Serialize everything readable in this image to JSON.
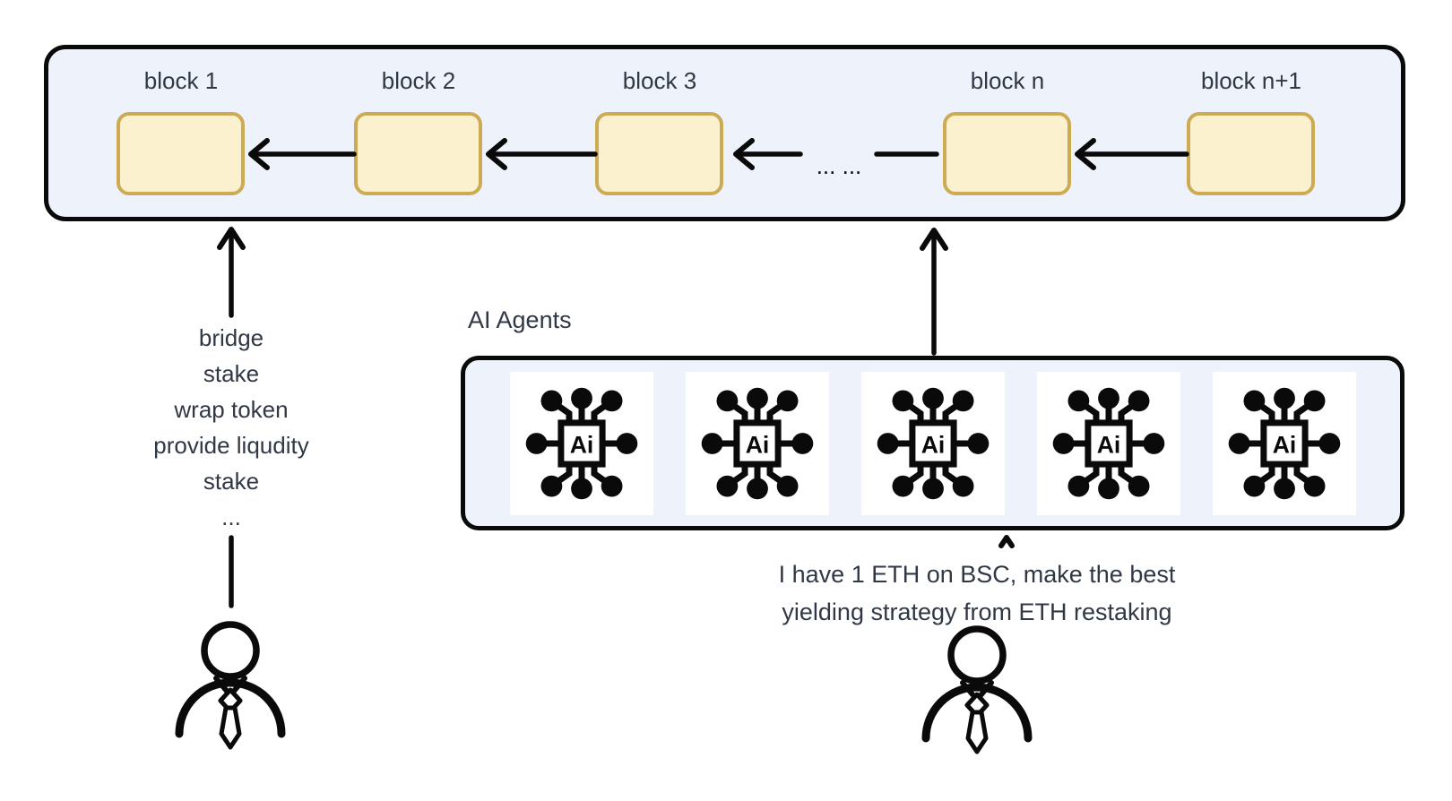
{
  "diagram": {
    "colors": {
      "background": "#ffffff",
      "container_fill": "#edf2fb",
      "container_border": "#0a0a0a",
      "block_fill": "#fcf1cf",
      "block_border": "#cdab55",
      "text_color": "#303845",
      "line_color": "#0a0a0a",
      "tile_fill": "#ffffff"
    }
  },
  "blockchain": {
    "blocks": [
      "block 1",
      "block 2",
      "block 3",
      "block n",
      "block n+1"
    ],
    "ellipsis": "... ..."
  },
  "user_actions": {
    "items": [
      "bridge",
      "stake",
      "wrap token",
      "provide liqudity",
      "stake",
      "..."
    ]
  },
  "ai_agents": {
    "label": "AI Agents",
    "chip_label": "Ai",
    "agent_count": 5
  },
  "user_query": {
    "line1": "I have 1 ETH on BSC, make the best",
    "line2": "yielding strategy from ETH restaking"
  }
}
